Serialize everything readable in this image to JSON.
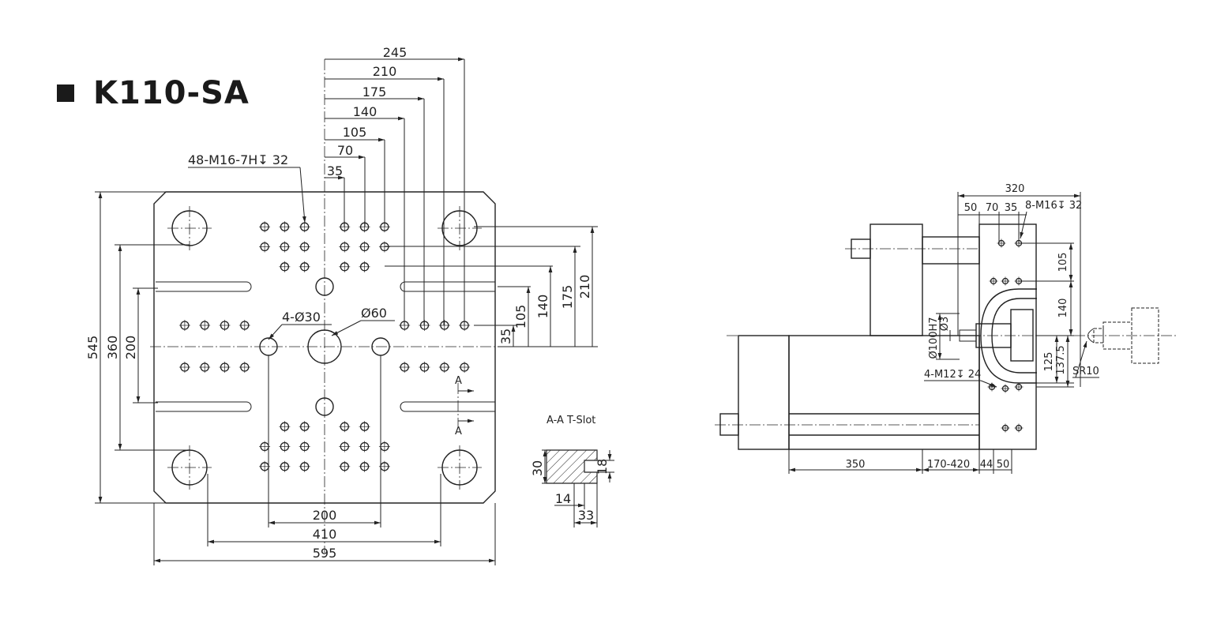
{
  "title": "K110-SA",
  "colors": {
    "line": "#222222",
    "background": "#ffffff"
  },
  "front_view": {
    "top_dims": [
      "245",
      "210",
      "175",
      "140",
      "105",
      "70",
      "35"
    ],
    "right_dims": [
      "210",
      "175",
      "140",
      "105",
      "35"
    ],
    "left_dims": [
      "545",
      "360",
      "200"
    ],
    "bottom_dims": [
      "200",
      "410",
      "595"
    ],
    "thread_note": "48-M16-7H↧ 32",
    "hole_note": "4-Ø30",
    "center_note": "Ø60",
    "section_mark": "A"
  },
  "tslot": {
    "label": "A-A T-Slot",
    "dims": [
      "30",
      "18",
      "14",
      "33"
    ]
  },
  "side_view": {
    "top_dims": [
      "320",
      "50",
      "70",
      "35"
    ],
    "thread_note": "8-M16↧ 32",
    "right_dims": [
      "105",
      "140",
      "125",
      "137.5"
    ],
    "sr_note": "SR10",
    "bore_note": "Ø100H7",
    "phi3_note": "Ø3",
    "m12_note": "4-M12↧ 24",
    "bottom_dims": [
      "350",
      "170-420",
      "44",
      "50"
    ]
  }
}
